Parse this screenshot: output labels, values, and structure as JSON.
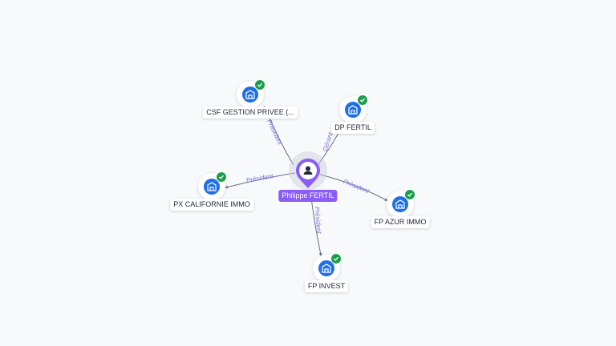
{
  "center_person": {
    "name": "Philippe FERTIL",
    "icon": "person-icon"
  },
  "companies": [
    {
      "id": "csf",
      "name": "CSF GESTION PRIVEE (...",
      "relation": "Président",
      "verified": true
    },
    {
      "id": "dp",
      "name": "DP FERTIL",
      "relation": "Gérant",
      "verified": true
    },
    {
      "id": "px",
      "name": "PX CALIFORNIE IMMO",
      "relation": "Président",
      "verified": true
    },
    {
      "id": "fpazur",
      "name": "FP AZUR IMMO",
      "relation": "Président",
      "verified": true
    },
    {
      "id": "fpinvest",
      "name": "FP INVEST",
      "relation": "Président",
      "verified": true
    }
  ],
  "colors": {
    "person_accent": "#8b5cf6",
    "company_icon": "#1f6fe5",
    "verified_badge": "#1c9d4a",
    "edge": "#6b6f80",
    "edge_label": "#7a71d8"
  }
}
